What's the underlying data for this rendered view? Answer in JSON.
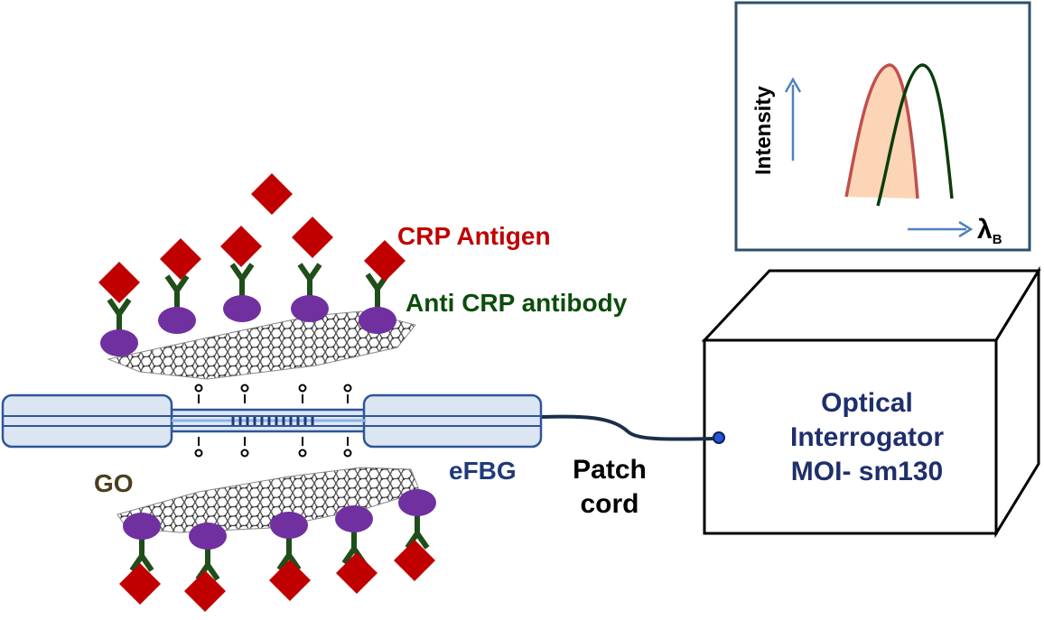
{
  "labels": {
    "crp_antigen": "CRP Antigen",
    "anti_crp_antibody": "Anti CRP antibody",
    "go": "GO",
    "efbg": "eFBG",
    "patch_cord_line1": "Patch",
    "patch_cord_line2": "cord",
    "interrogator_line1": "Optical",
    "interrogator_line2": "Interrogator",
    "interrogator_line3": "MOI- sm130",
    "intensity": "Intensity",
    "lambda": "λ",
    "lambda_sub": "B"
  },
  "colors": {
    "antigen": "#c00000",
    "antibody": "#1f4e1a",
    "antibody_label": "#0b4d0b",
    "bead": "#7030a0",
    "go_label": "#4b3f1e",
    "efbg_label": "#1f3a78",
    "interrogator_text": "#1f2f6b",
    "fiber_fill": "#dce6f2",
    "fiber_stroke": "#2f5597",
    "fiber_core": "#8eb4e3",
    "inset_border": "#2f5069",
    "arrow": "#4f81bd",
    "peak_shifted_fill": "#fbd5b5",
    "peak_shifted_stroke": "#c0504d",
    "peak_original_stroke": "#0b3d0b",
    "graphene": "#555555"
  },
  "icons": [
    "crp-antigen-diamond-icon",
    "antibody-y-icon",
    "bead-icon",
    "graphene-sheet-icon",
    "fiber-icon",
    "interrogator-box-icon"
  ]
}
